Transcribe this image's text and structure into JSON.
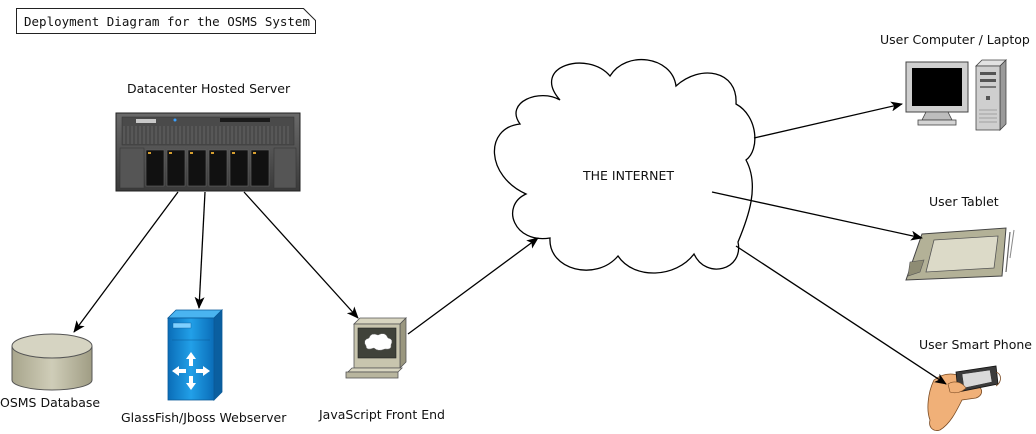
{
  "title": "Deployment Diagram for the OSMS System",
  "nodes": {
    "server": "Datacenter Hosted Server",
    "database": "OSMS Database",
    "webserver": "GlassFish/Jboss Webserver",
    "frontend": "JavaScript Front End",
    "internet": "THE INTERNET",
    "computer": "User Computer / Laptop",
    "tablet": "User Tablet",
    "phone": "User Smart Phone"
  }
}
